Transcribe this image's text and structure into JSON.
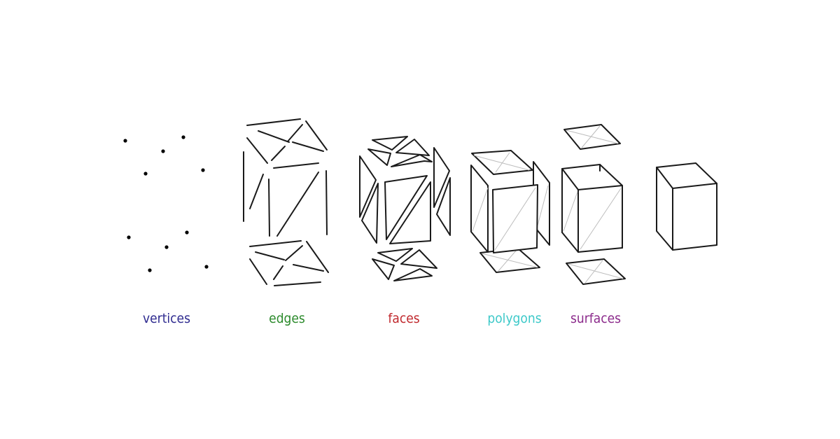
{
  "labels": {
    "vertices": "vertices",
    "edges": "edges",
    "faces": "faces",
    "polygons": "polygons",
    "surfaces": "surfaces"
  },
  "colors": {
    "vertices": "#2e2a8f",
    "edges": "#2b8a2b",
    "faces": "#c0282d",
    "polygons": "#3dc9c9",
    "surfaces": "#8b2a8b",
    "stroke": "#1a1a1a",
    "diagonal": "#bdbdbd"
  }
}
